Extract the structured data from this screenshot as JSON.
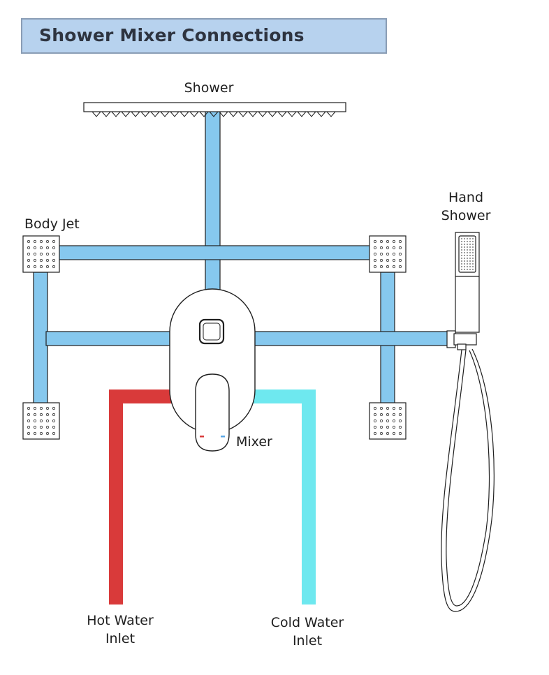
{
  "title": "Shower Mixer Connections",
  "labels": {
    "shower": "Shower",
    "body_jet": "Body Jet",
    "hand_shower_line1": "Hand",
    "hand_shower_line2": "Shower",
    "mixer": "Mixer",
    "hot_line1": "Hot Water",
    "hot_line2": "Inlet",
    "cold_line1": "Cold Water",
    "cold_line2": "Inlet"
  },
  "colors": {
    "pipe_blue": "#86c8ee",
    "hot_red": "#d93a3a",
    "cold_cyan": "#6ee8ef",
    "title_bg": "#b7d2ee",
    "outline": "#1f1f1f"
  }
}
